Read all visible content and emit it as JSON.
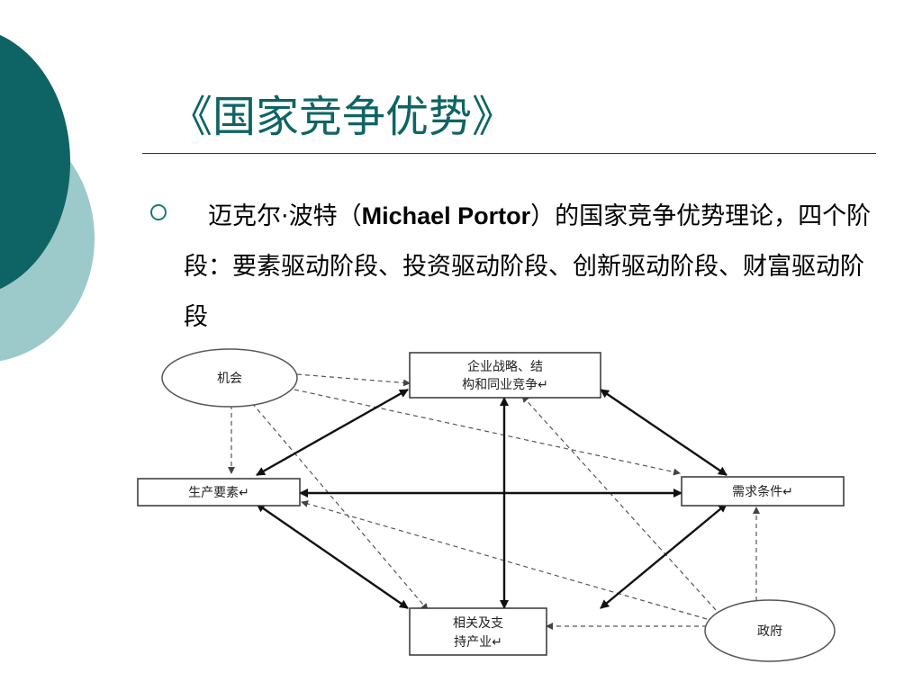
{
  "slide": {
    "title": "《国家竞争优势》",
    "bullet": {
      "prefix": "迈克尔·波特（",
      "english": "Michael Portor",
      "suffix": "）的国家竞争优势理论，四个阶段：要素驱动阶段、投资驱动阶段、创新驱动阶段、财富驱动阶段"
    }
  },
  "diagram": {
    "nodes": {
      "chance": "机会",
      "strategy_line1": "企业战略、结",
      "strategy_line2": "构和同业竞争↵",
      "factors": "生产要素↵",
      "demand": "需求条件↵",
      "related_line1": "相关及支",
      "related_line2": "持产业↵",
      "government": "政府"
    }
  },
  "colors": {
    "accent_dark": "#0e6464",
    "accent_light": "#9cc9c9"
  }
}
